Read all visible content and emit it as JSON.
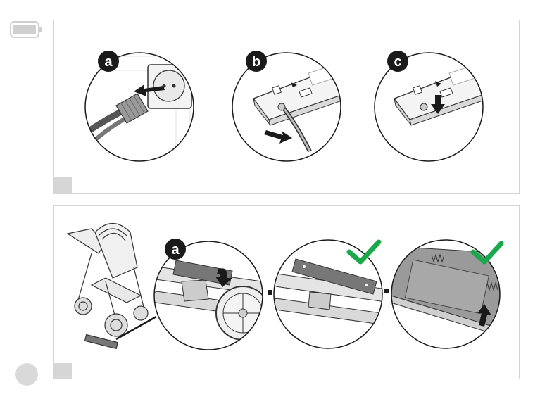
{
  "top_panel": {
    "steps": [
      {
        "label": "a",
        "scene": "unplug-charger-from-wall-socket"
      },
      {
        "label": "b",
        "scene": "pull-cable-out-of-battery"
      },
      {
        "label": "c",
        "scene": "push-connector-cover-down"
      }
    ]
  },
  "bottom_panel": {
    "steps": [
      {
        "label": "a",
        "scene": "insert-battery-into-stroller-frame"
      }
    ],
    "checkmark_color": "#1aa84b"
  },
  "colors": {
    "panel_border": "#d4d4d4",
    "step_tab": "#d6d6d6",
    "badge": "#1a1a1a",
    "arrow": "#1a1a1a",
    "page_dot": "#d9d9d9"
  }
}
